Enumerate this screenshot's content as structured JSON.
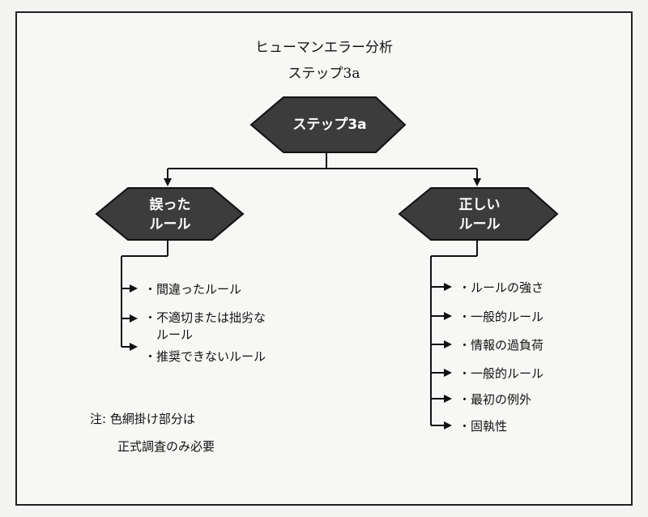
{
  "title": "ヒューマンエラー分析",
  "subtitle": "ステップ3a",
  "root": {
    "label": "ステップ3a"
  },
  "left": {
    "line1": "誤った",
    "line2": "ルール",
    "items": [
      {
        "bullet": "・",
        "text": "間違ったルール"
      },
      {
        "bullet": "・",
        "text": "不適切または拙劣な"
      },
      {
        "bullet": "",
        "text": "ルール"
      },
      {
        "bullet": "・",
        "text": "推奨できないルール"
      }
    ]
  },
  "right": {
    "line1": "正しい",
    "line2": "ルール",
    "items": [
      {
        "bullet": "・",
        "text": "ルールの強さ"
      },
      {
        "bullet": "・",
        "text": "一般的ルール"
      },
      {
        "bullet": "・",
        "text": "情報の過負荷"
      },
      {
        "bullet": "・",
        "text": "一般的ルール"
      },
      {
        "bullet": "・",
        "text": "最初の例外"
      },
      {
        "bullet": "・",
        "text": "固執性"
      }
    ]
  },
  "note": {
    "line1": "注: 色網掛け部分は",
    "line2": "正式調査のみ必要"
  },
  "colors": {
    "hex_fill": "#3c3c3c",
    "line": "#111111"
  }
}
